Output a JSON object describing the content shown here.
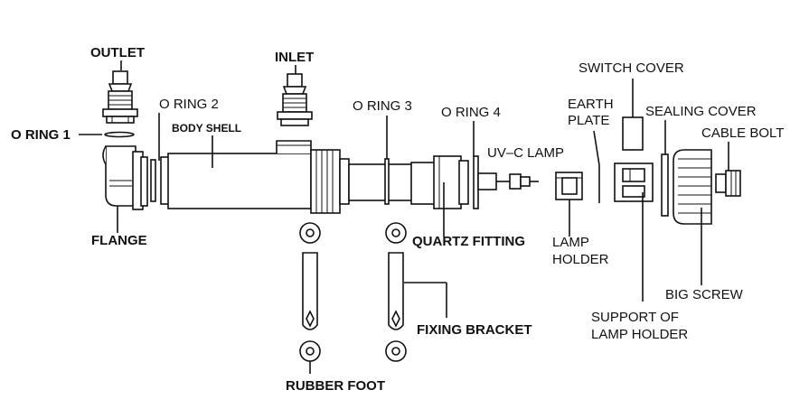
{
  "labels": {
    "outlet": "OUTLET",
    "inlet": "INLET",
    "o_ring_1": "O RING 1",
    "o_ring_2": "O RING 2",
    "o_ring_3": "O RING 3",
    "o_ring_4": "O RING 4",
    "body_shell": "BODY SHELL",
    "flange": "FLANGE",
    "quartz_fitting": "QUARTZ FITTING",
    "uv_c_lamp": "UV–C LAMP",
    "switch_cover": "SWITCH COVER",
    "earth_plate_1": "EARTH",
    "earth_plate_2": "PLATE",
    "sealing_cover": "SEALING COVER",
    "cable_bolt": "CABLE BOLT",
    "lamp_holder_1": "LAMP",
    "lamp_holder_2": "HOLDER",
    "big_screw": "BIG SCREW",
    "support_1": "SUPPORT OF",
    "support_2": "LAMP HOLDER",
    "fixing_bracket": "FIXING BRACKET",
    "rubber_foot": "RUBBER FOOT"
  }
}
